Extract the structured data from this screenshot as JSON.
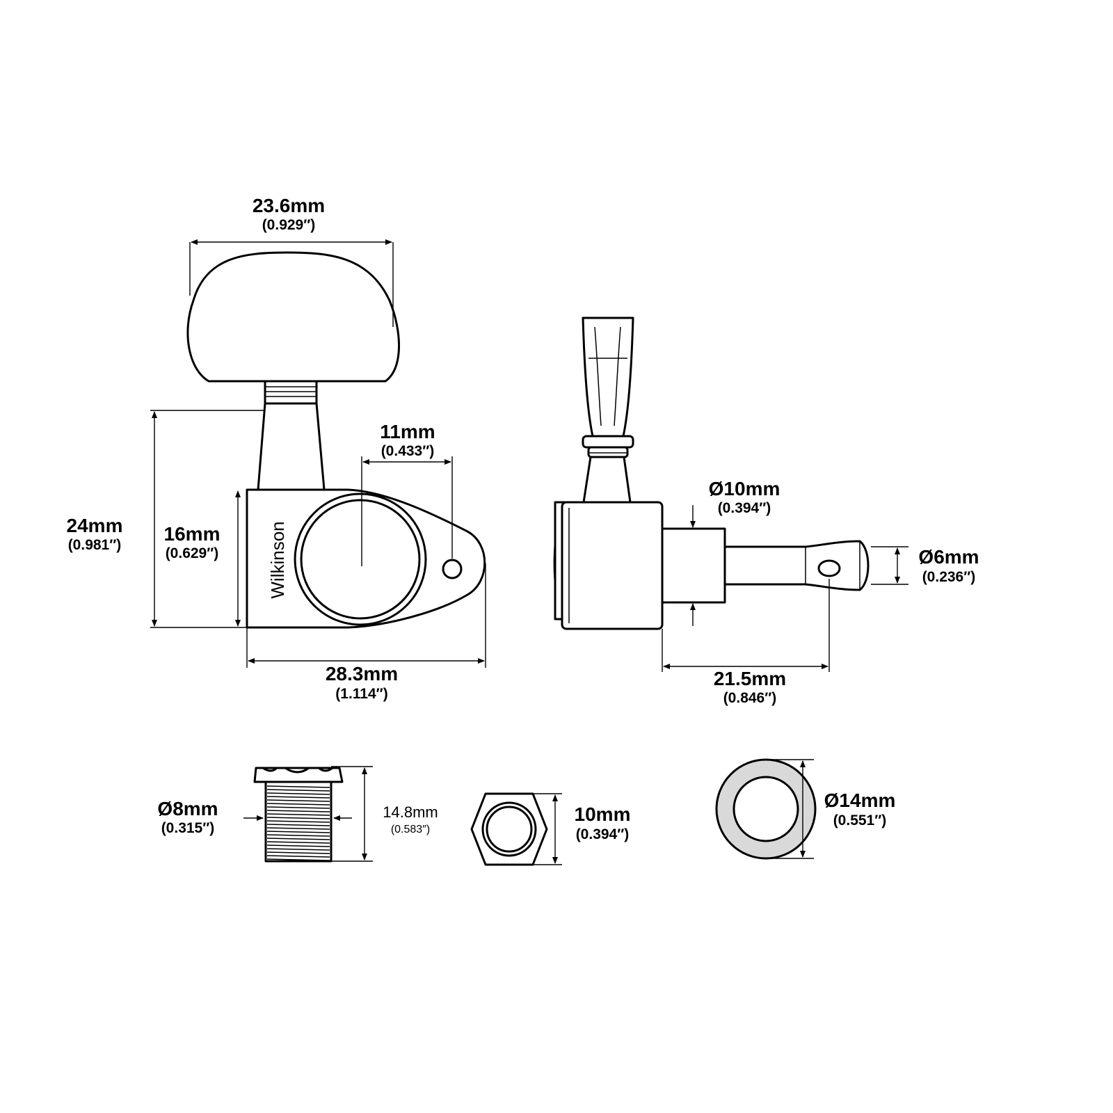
{
  "brand": "Wilkinson",
  "dimensions": {
    "knob_width": {
      "mm": "23.6mm",
      "inch": "(0.929″)"
    },
    "overall_height": {
      "mm": "24mm",
      "inch": "(0.981″)"
    },
    "housing_height": {
      "mm": "16mm",
      "inch": "(0.629″)"
    },
    "post_to_hole": {
      "mm": "11mm",
      "inch": "(0.433″)"
    },
    "housing_length": {
      "mm": "28.3mm",
      "inch": "(1.114″)"
    },
    "bushing_diameter": {
      "mm": "Ø10mm",
      "inch": "(0.394″)"
    },
    "post_diameter": {
      "mm": "Ø6mm",
      "inch": "(0.236″)"
    },
    "post_length": {
      "mm": "21.5mm",
      "inch": "(0.846″)"
    },
    "ferrule_diameter": {
      "mm": "Ø8mm",
      "inch": "(0.315″)"
    },
    "ferrule_length": {
      "mm": "14.8mm",
      "inch": "(0.583″)"
    },
    "hex_nut": {
      "mm": "10mm",
      "inch": "(0.394″)"
    },
    "washer_diameter": {
      "mm": "Ø14mm",
      "inch": "(0.551″)"
    }
  }
}
